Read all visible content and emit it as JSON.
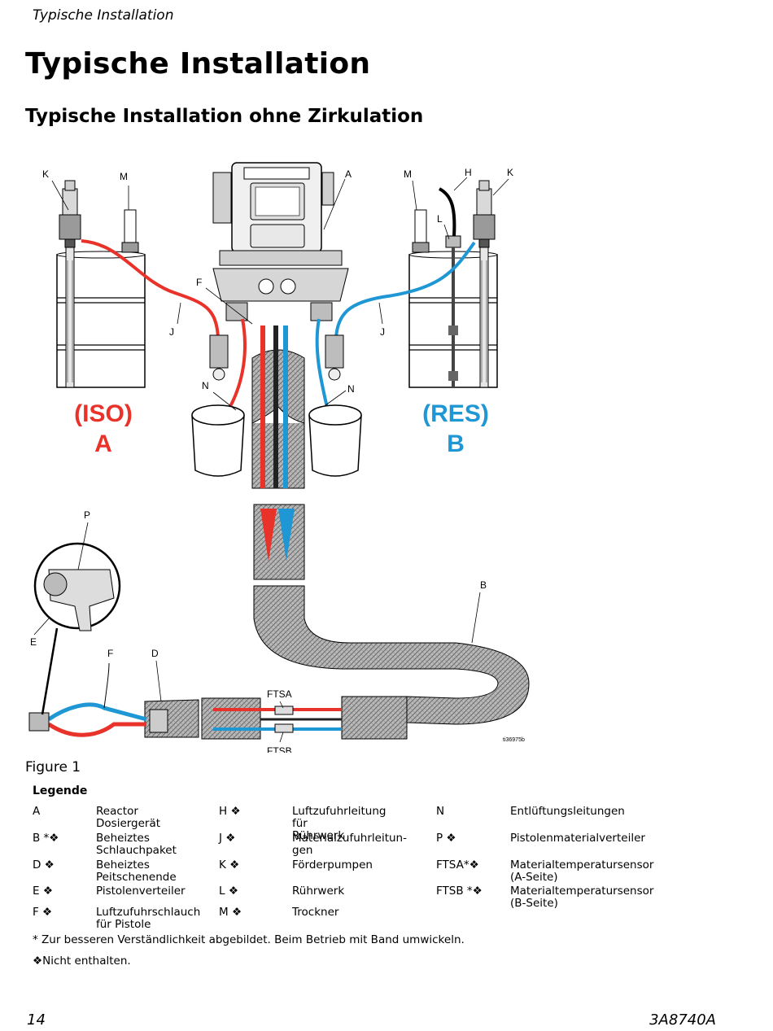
{
  "running_head": "Typische Installation",
  "title": "Typische Installation",
  "subtitle": "Typische Installation ohne Zirkulation",
  "figure": {
    "caption": "Figure 1",
    "iso_label": "(ISO)",
    "iso_letter": "A",
    "res_label": "(RES)",
    "res_letter": "B",
    "callouts": {
      "k_left": "K",
      "m_left": "M",
      "a": "A",
      "m_right": "M",
      "h": "H",
      "k_right": "K",
      "l": "L",
      "f_top": "F",
      "j_left": "J",
      "j_right": "J",
      "n_left": "N",
      "n_right": "N",
      "p": "P",
      "b": "B",
      "e": "E",
      "f_bottom": "F",
      "d": "D",
      "ftsa": "FTSA",
      "ftsb": "FTSB"
    },
    "drawing_id": "ti36975b",
    "colors": {
      "iso_red": "#e8322a",
      "res_blue": "#1f97d4"
    }
  },
  "legend": {
    "title": "Legende",
    "items": [
      {
        "key": "A",
        "text": "Reactor Dosiergerät"
      },
      {
        "key": "B *❖",
        "text": "Beheiztes\nSchlauchpaket"
      },
      {
        "key": "D ❖",
        "text": "Beheiztes\nPeitschenende"
      },
      {
        "key": "E ❖",
        "text": "Pistolenverteiler"
      },
      {
        "key": "F ❖",
        "text": "Luftzufuhrschlauch\nfür Pistole"
      },
      {
        "key": "H ❖",
        "text": "Luftzufuhrleitung für\nRührwerk"
      },
      {
        "key": "J ❖",
        "text": "Materialzufuhrleitun-\ngen"
      },
      {
        "key": "K ❖",
        "text": "Förderpumpen"
      },
      {
        "key": "L ❖",
        "text": "Rührwerk"
      },
      {
        "key": "M ❖",
        "text": "Trockner"
      },
      {
        "key": "N",
        "text": "Entlüftungsleitungen"
      },
      {
        "key": "P ❖",
        "text": "Pistolenmaterialverteiler"
      },
      {
        "key": "FTSA*❖",
        "text": "Materialtemperatursensor (A-Seite)"
      },
      {
        "key": "FTSB *❖",
        "text": "Materialtemperatursensor (B-Seite)"
      }
    ],
    "note_star": "* Zur besseren Verständlichkeit abgebildet. Beim Betrieb mit Band umwickeln.",
    "note_diamond": "❖Nicht enthalten."
  },
  "footer": {
    "page_number": "14",
    "doc_number": "3A8740A"
  }
}
